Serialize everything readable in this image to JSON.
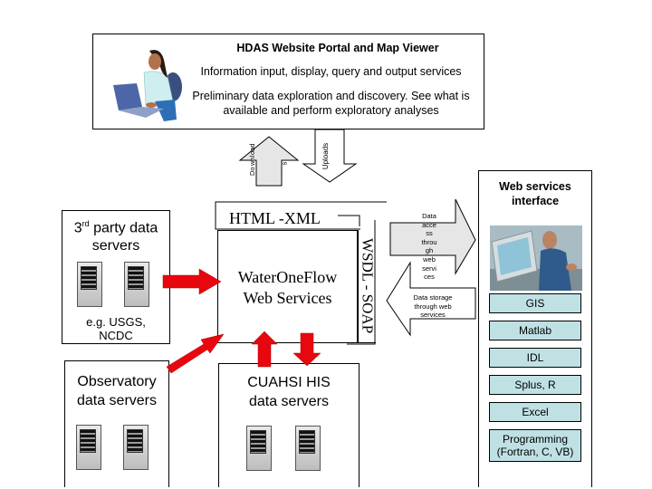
{
  "portal": {
    "title": "HDAS Website Portal and Map Viewer",
    "line1": "Information input, display, query and output services",
    "line2": "Preliminary data exploration and discovery.  See what is available and perform exploratory analyses",
    "image": "woman-at-laptop"
  },
  "arrows": {
    "downloads": [
      "Do",
      "wnl",
      "oad",
      "s"
    ],
    "uploads": "Uploads",
    "data_access": [
      "Data",
      "acce",
      "ss",
      "throu",
      "gh",
      "web",
      "servi",
      "ces"
    ],
    "data_storage": "Data storage through web services"
  },
  "core": {
    "html_xml": "HTML -XML",
    "wsdl_soap": "WSDL - SOAP",
    "waterOneFlow_line1": "WaterOneFlow",
    "waterOneFlow_line2": "Web Services"
  },
  "third_party": {
    "title_base": "3",
    "title_sup": "rd",
    "title_rest": " party data servers",
    "examples_line1": "e.g. USGS,",
    "examples_line2": "NCDC"
  },
  "observatory": {
    "line1": "Observatory",
    "line2": "data servers"
  },
  "cuahsi": {
    "line1": "CUAHSI HIS",
    "line2": "data servers"
  },
  "web_interface": {
    "title_line1": "Web services",
    "title_line2": "interface",
    "image": "man-at-monitor",
    "tools": [
      "GIS",
      "Matlab",
      "IDL",
      "Splus, R",
      "Excel",
      "Programming (Fortran, C, VB)"
    ]
  },
  "colors": {
    "arrow_red": "#e8070e",
    "tool_fill": "#bfe1e4",
    "gray_arrow": "#e6e6e6"
  }
}
